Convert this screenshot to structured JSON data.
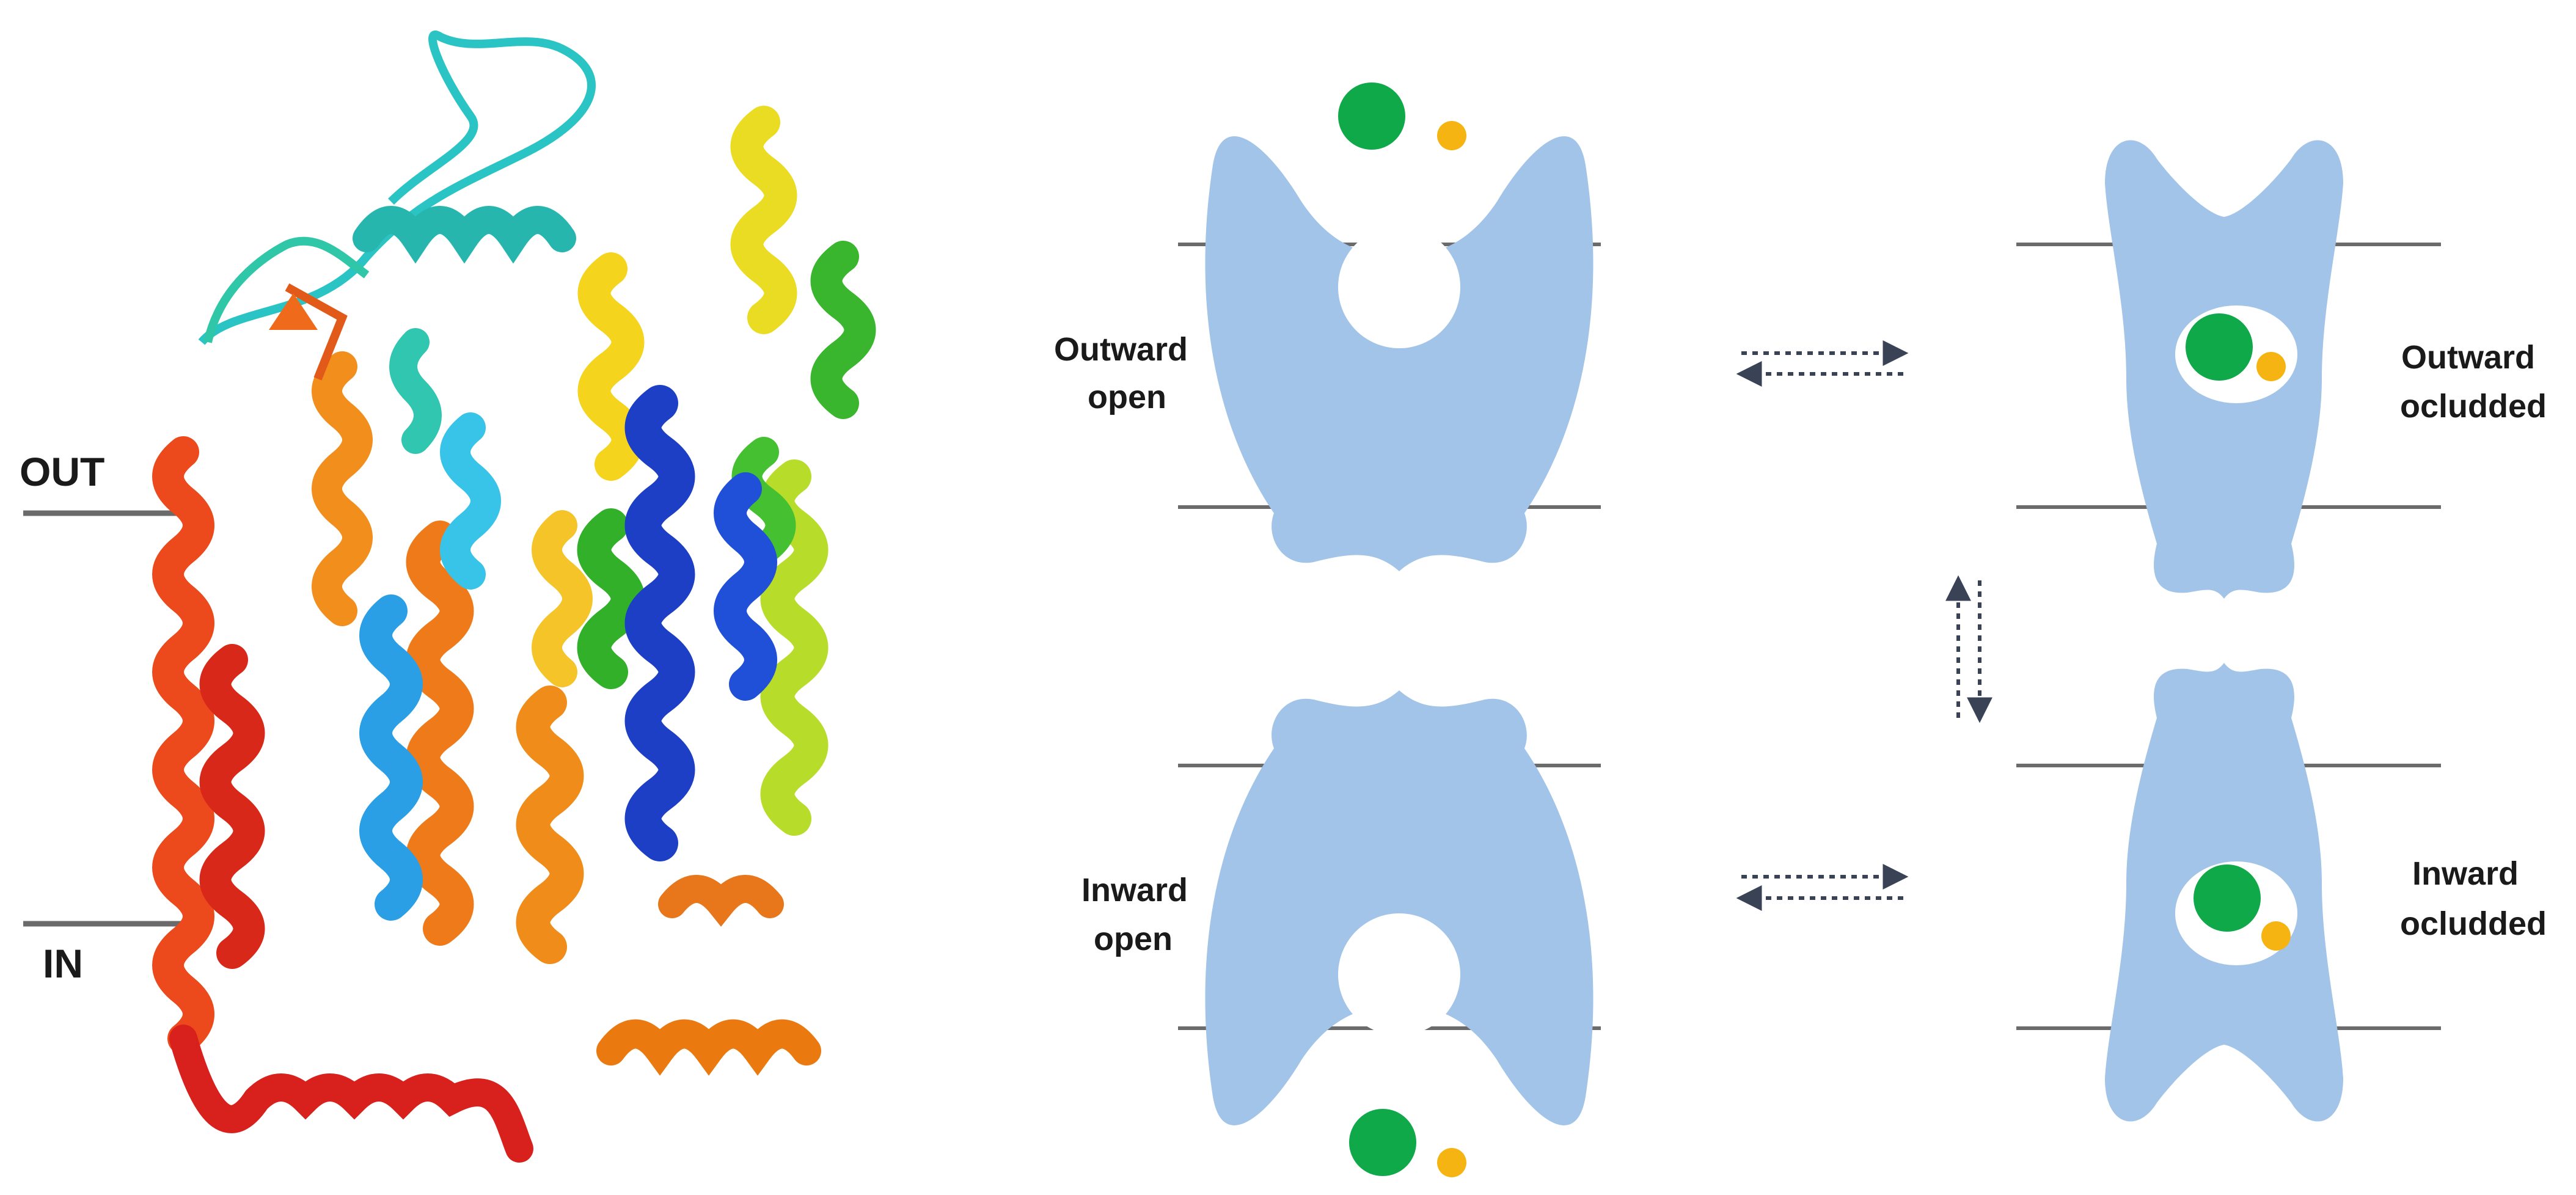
{
  "membrane_labels": {
    "out": "OUT",
    "in": "IN"
  },
  "states": {
    "outward_open": {
      "line1": "Outward",
      "line2": "open"
    },
    "outward_occluded": {
      "line1": "Outward",
      "line2": "ocludded"
    },
    "inward_open": {
      "line1": "Inward",
      "line2": "open"
    },
    "inward_occluded": {
      "line1": "Inward",
      "line2": "ocludded"
    }
  },
  "colors": {
    "transporter": "#a2c4e8",
    "substrate": "#10a94a",
    "ion": "#f6b412",
    "membrane": "#6b6b6b",
    "arrow": "#3a4255",
    "helix_rainbow": [
      "#d61f1f",
      "#ee5a1a",
      "#f08c1a",
      "#f7c61c",
      "#c8e02c",
      "#33b82a",
      "#27c7c0",
      "#1e9ee0",
      "#1c47c8"
    ]
  },
  "transitions": [
    {
      "from": "outward_open",
      "to": "outward_occluded",
      "style": "dotted-double-arrow"
    },
    {
      "from": "outward_occluded",
      "to": "inward_occluded",
      "style": "dotted-double-arrow"
    },
    {
      "from": "inward_occluded",
      "to": "inward_open",
      "style": "dotted-double-arrow"
    }
  ]
}
